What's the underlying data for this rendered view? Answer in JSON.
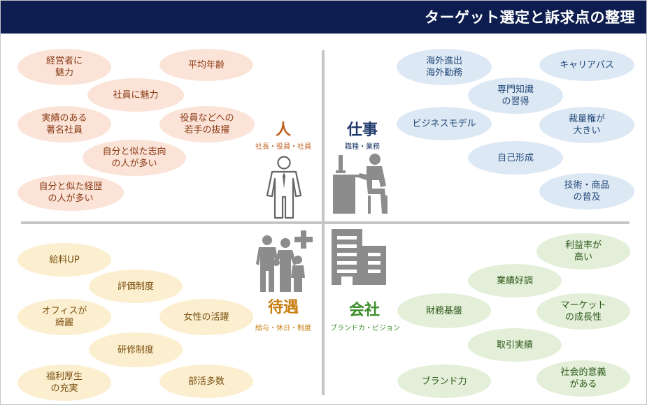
{
  "header": {
    "title": "ターゲット選定と訴求点の整理"
  },
  "quadrants": {
    "person": {
      "title": "人",
      "subtitle": "社長・役員・社員"
    },
    "work": {
      "title": "仕事",
      "subtitle": "職種・業務"
    },
    "benefit": {
      "title": "待遇",
      "subtitle": "給与・休日・制度"
    },
    "company": {
      "title": "会社",
      "subtitle": "ブランドカ・ビジョン"
    }
  },
  "bubbles": {
    "person": [
      "経営者に\n魅力",
      "平均年齢",
      "社員に魅力",
      "実績のある\n著名社員",
      "役員などへの\n若手の抜擢",
      "自分と似た志向\nの人が多い",
      "自分と似た経歴\nの人が多い"
    ],
    "work": [
      "海外進出\n海外勤務",
      "キャリアパス",
      "専門知識\nの習得",
      "ビジネスモデル",
      "裁量権が\n大きい",
      "自己形成",
      "技術・商品\nの普及"
    ],
    "benefit": [
      "給料UP",
      "評価制度",
      "オフィスが\n綺麗",
      "女性の活躍",
      "研修制度",
      "福利厚生\nの充実",
      "部活多数"
    ],
    "company": [
      "利益率が\n高い",
      "業績好調",
      "財務基盤",
      "マーケット\nの成長性",
      "取引実績",
      "ブランド力",
      "社会的意義\nがある"
    ]
  },
  "icons": [
    "businessman-icon",
    "office-worker-icon",
    "family-icon",
    "building-icon"
  ]
}
